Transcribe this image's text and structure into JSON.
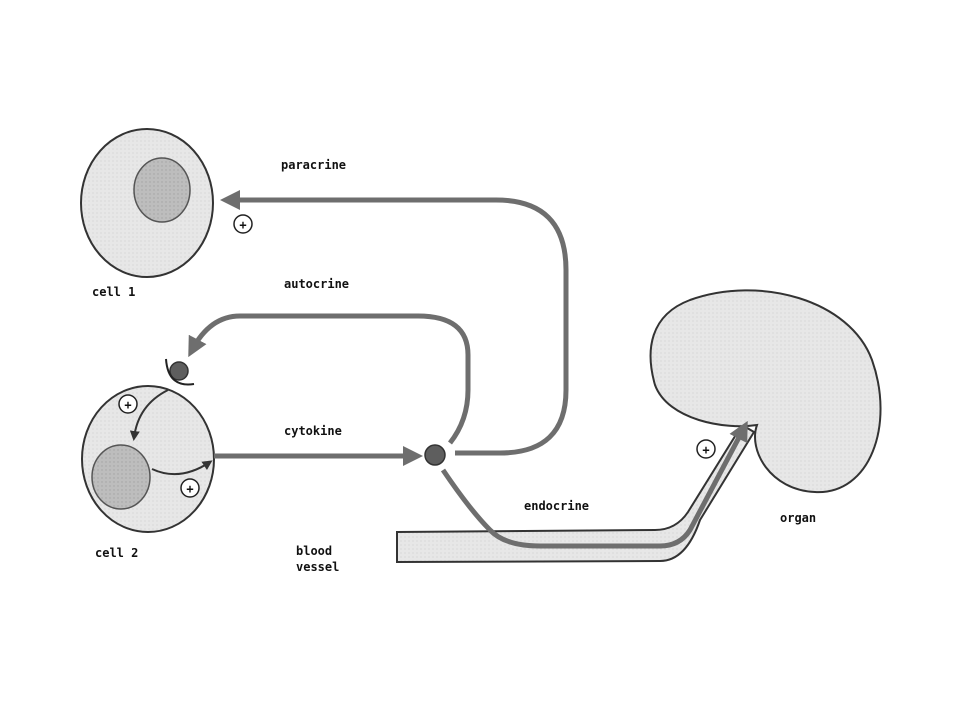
{
  "labels": {
    "paracrine": "paracrine",
    "autocrine": "autocrine",
    "cytokine": "cytokine",
    "endocrine": "endocrine",
    "cell1": "cell 1",
    "cell2": "cell 2",
    "blood_line1": "blood",
    "blood_line2": "vessel",
    "organ": "organ"
  },
  "symbols": {
    "stimulation": "+"
  },
  "colors": {
    "arrow": "#6e6e6e",
    "cell_fill": "#e6e6e6",
    "nucleus_fill": "#b9b9b9",
    "outline": "#333333",
    "signal_dot": "#5e5e5e",
    "vessel_fill": "#d9d9d9",
    "organ_fill": "#ececec"
  }
}
